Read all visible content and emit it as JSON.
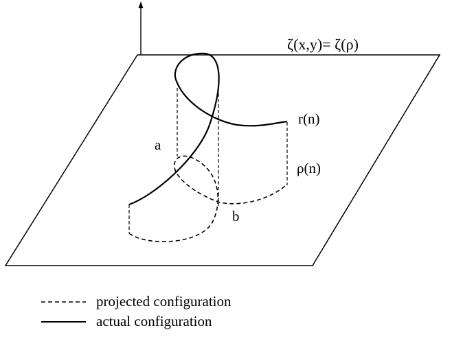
{
  "diagram": {
    "surface_label": "ζ(x,y)= ζ(ρ)",
    "label_r": "r(n)",
    "label_rho": "ρ(n)",
    "label_a": "a",
    "label_b": "b"
  },
  "legend": {
    "dashed_label": "projected configuration",
    "solid_label": "actual configuration"
  }
}
